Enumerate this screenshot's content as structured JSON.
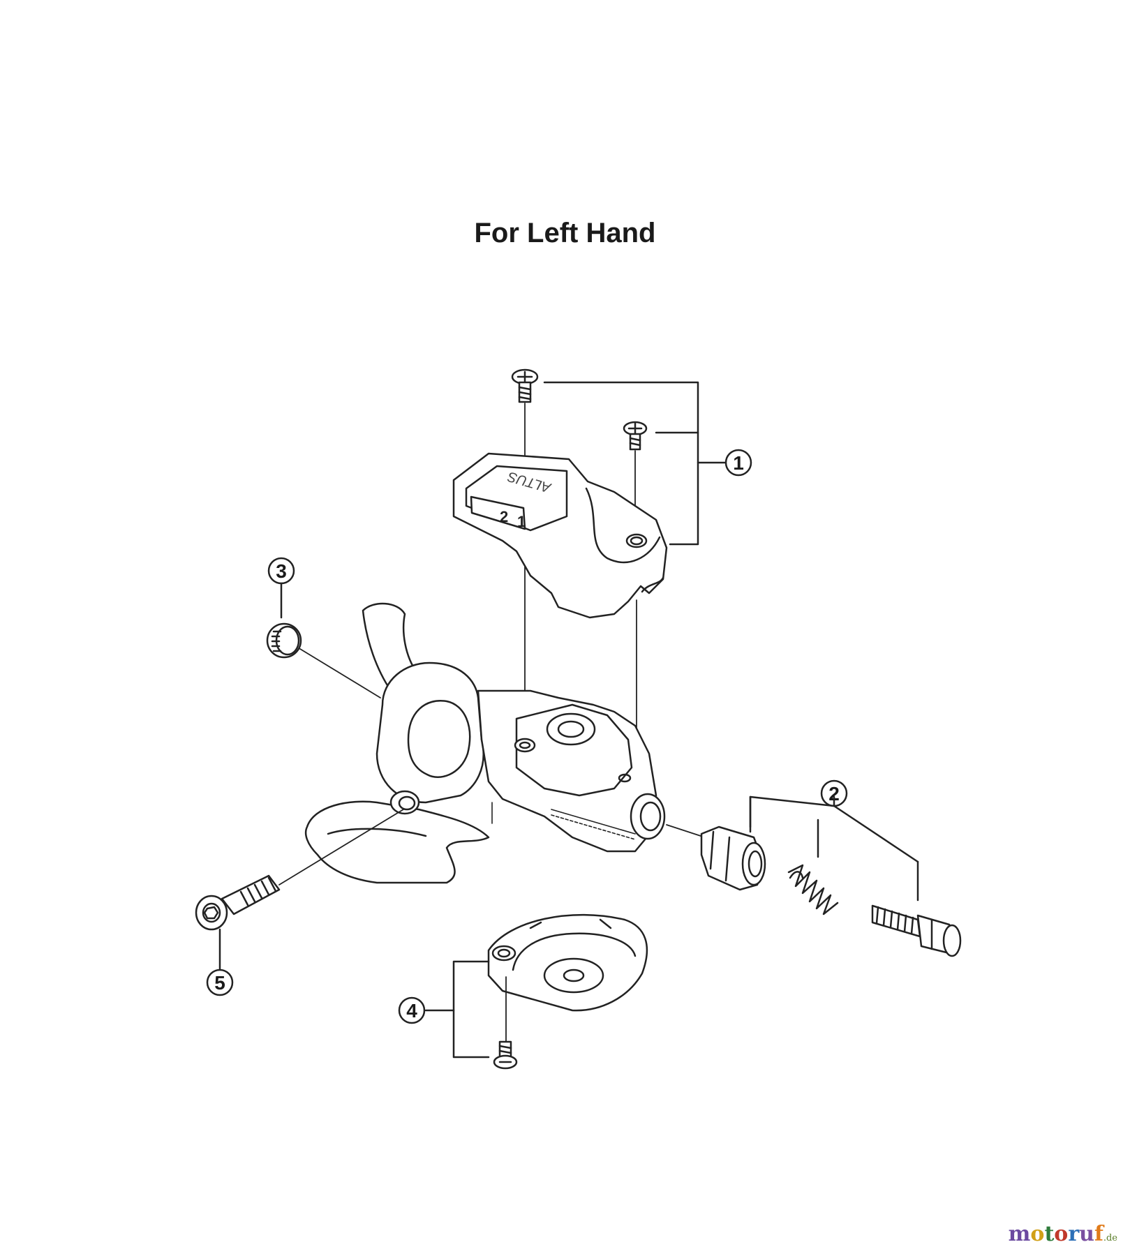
{
  "title": "For Left Hand",
  "callouts": [
    {
      "id": 1,
      "label": "1"
    },
    {
      "id": 2,
      "label": "2"
    },
    {
      "id": 3,
      "label": "3"
    },
    {
      "id": 4,
      "label": "4"
    },
    {
      "id": 5,
      "label": "5"
    }
  ],
  "cover_labels": {
    "brand": "ALTUS",
    "gear_2": "2",
    "gear_1": "1"
  },
  "watermark": {
    "letters": [
      "m",
      "o",
      "t",
      "o",
      "r",
      "u",
      "f"
    ],
    "tld": ".de",
    "colors": [
      "#6b4aa0",
      "#d1a017",
      "#2f7c3b",
      "#c0392b",
      "#2c6fb7",
      "#7a4fa0",
      "#e07b1a"
    ]
  },
  "colors": {
    "line": "#222222",
    "text": "#1a1a1a"
  }
}
